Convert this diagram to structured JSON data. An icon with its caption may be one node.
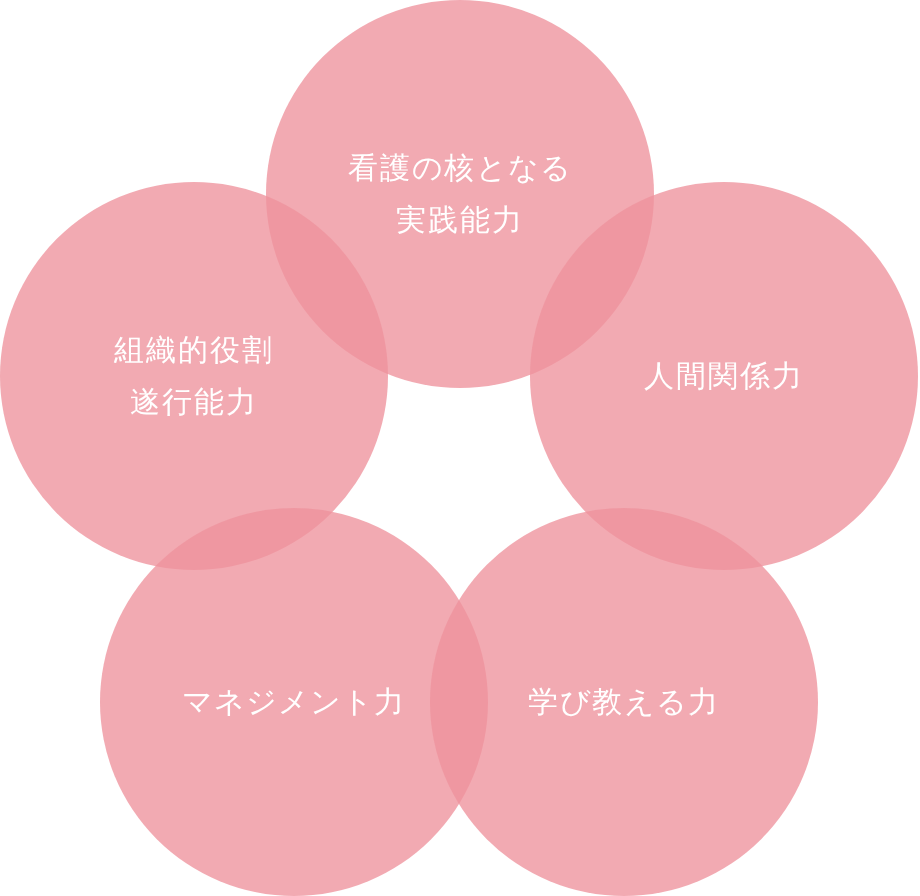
{
  "diagram": {
    "nodes": [
      {
        "text": [
          "看護の核となる実践能力"
        ]
      },
      {
        "text": [
          "組織的役割遂行能力"
        ]
      },
      {
        "text": [
          "人間関係力"
        ]
      },
      {
        "text": [
          "マネジメント力"
        ]
      },
      {
        "text": [
          "学び教える力"
        ]
      }
    ]
  }
}
